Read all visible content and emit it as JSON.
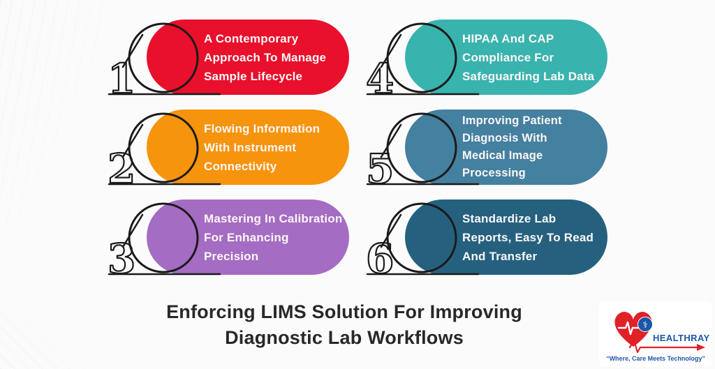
{
  "page": {
    "background_color": "#fbfbfb",
    "outline_color": "#1a1a1a"
  },
  "title": {
    "line1": "Enforcing LIMS Solution For Improving",
    "line2": "Diagnostic Lab Workflows"
  },
  "items": [
    {
      "number": "1",
      "color": "#e8102b",
      "lines": [
        "A Contemporary",
        "Approach To Manage",
        "Sample Lifecycle"
      ]
    },
    {
      "number": "2",
      "color": "#f7940d",
      "lines": [
        "Flowing Information",
        "With Instrument",
        "Connectivity"
      ]
    },
    {
      "number": "3",
      "color": "#a56cc3",
      "lines": [
        "Mastering In Calibration",
        "For Enhancing",
        "Precision"
      ]
    },
    {
      "number": "4",
      "color": "#39b3ae",
      "lines": [
        "HIPAA And CAP",
        "Compliance For",
        "Safeguarding Lab Data"
      ]
    },
    {
      "number": "5",
      "color": "#44809f",
      "lines": [
        "Improving Patient",
        "Diagnosis With",
        "Medical Image",
        "Processing"
      ]
    },
    {
      "number": "6",
      "color": "#25617f",
      "lines": [
        "Standardize Lab",
        "Reports, Easy To Read",
        "And Transfer"
      ]
    }
  ],
  "logo": {
    "name": "HEALTHRAY",
    "tagline": "“Where, Care Meets Technology”",
    "heart_color": "#e02128",
    "blue": "#1d56a8",
    "medical_symbol": "⚕"
  }
}
